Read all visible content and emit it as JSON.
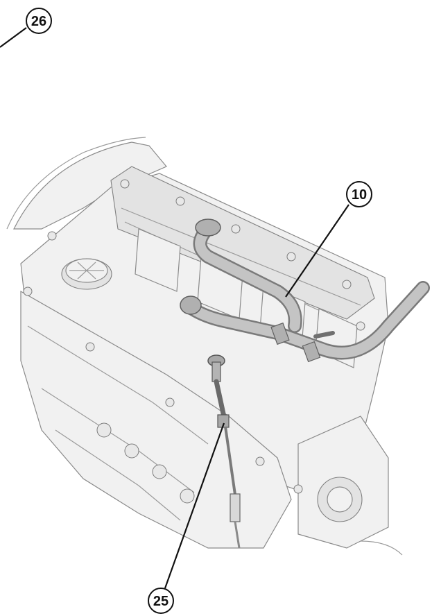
{
  "callouts": [
    {
      "label": "26"
    },
    {
      "label": "10"
    },
    {
      "label": "25"
    }
  ],
  "colors": {
    "line": "#111111",
    "engine_fill": "#f1f1f1",
    "engine_outline": "#8a8a8a",
    "hose_fill": "#b8b8b8"
  }
}
